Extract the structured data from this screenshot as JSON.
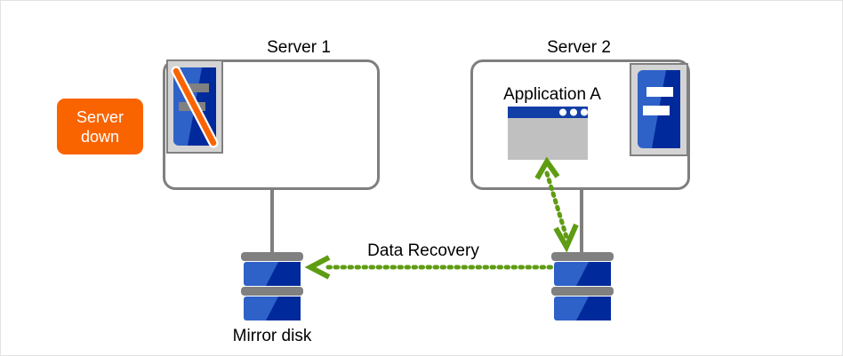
{
  "diagram": {
    "type": "failover-data-recovery",
    "background_color": "#ffffff",
    "border_color": "#e2e2e2",
    "colors": {
      "accent_orange": "#fa6400",
      "server_blue_light": "#2f62c8",
      "server_blue_dark": "#002a9b",
      "panel_gray": "#d4d4d4",
      "outline_gray": "#7f7f7f",
      "arrow_green": "#5f9c13",
      "window_titlebar_blue": "#123fa5",
      "window_body_gray": "#c0c0c0"
    },
    "status_badge": {
      "line1": "Server",
      "line2": "down",
      "color": "#fa6400"
    },
    "nodes": [
      {
        "id": "server1",
        "title": "Server 1",
        "state": "down",
        "icon": "server-icon-disabled",
        "contents": []
      },
      {
        "id": "server2",
        "title": "Server 2",
        "state": "active",
        "icon": "server-icon-active",
        "contents": [
          {
            "label": "Application A",
            "icon": "application-window-icon"
          }
        ]
      }
    ],
    "storage": [
      {
        "id": "disk-left",
        "caption": "Mirror disk",
        "icon": "mirror-disk-icon"
      },
      {
        "id": "disk-right",
        "caption": "",
        "icon": "mirror-disk-icon"
      }
    ],
    "flows": [
      {
        "id": "data-recovery",
        "label": "Data Recovery",
        "style": "dotted",
        "color": "#5f9c13",
        "direction": "right-to-left",
        "from": "disk-right",
        "to": "disk-left"
      },
      {
        "id": "app-disk-io",
        "label": "",
        "style": "dotted",
        "color": "#5f9c13",
        "direction": "bidirectional",
        "from": "application-a",
        "to": "disk-right"
      }
    ]
  }
}
